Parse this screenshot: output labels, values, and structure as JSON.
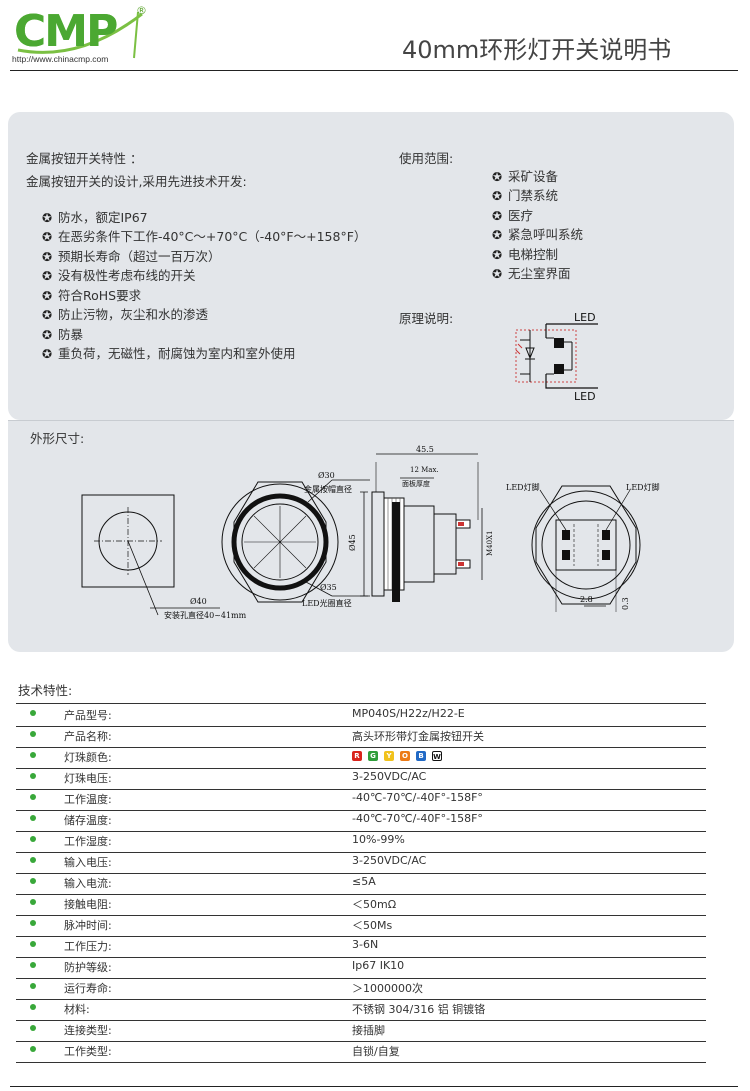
{
  "header": {
    "logo": "CMP",
    "logo_reg": "®",
    "url": "http://www.chinacmp.com",
    "title": "40mm环形灯开关说明书"
  },
  "features": {
    "heading": "金属按钮开关特性 ：",
    "intro": "金属按钮开关的设计,采用先进技术开发:",
    "items": [
      "防水，额定IP67",
      "在恶劣条件下工作-40°C～+70°C（-40°F～+158°F）",
      "预期长寿命（超过一百万次）",
      "没有极性考虑布线的开关",
      "符合RoHS要求",
      "防止污物，灰尘和水的渗透",
      "防暴",
      "重负荷，无磁性，耐腐蚀为室内和室外使用"
    ]
  },
  "usage": {
    "heading": "使用范围:",
    "items": [
      "采矿设备",
      "门禁系统",
      "医疗",
      "紧急呼叫系统",
      "电梯控制",
      "无尘室界面"
    ]
  },
  "principle": {
    "heading": "原理说明:",
    "led_top": "LED",
    "led_bottom": "LED"
  },
  "dimensions": {
    "heading": "外形尺寸:",
    "d40": "Ø40",
    "mount_hole": "安装孔直径40~41mm",
    "d30": "Ø30",
    "cap_dia": "金属按帽直径",
    "d35": "Ø35",
    "ring_dia": "LED光圈直径",
    "len": "45.5",
    "max12": "12 Max.",
    "panel_thk": "面板厚度",
    "d45": "Ø45",
    "thread": "M40X1",
    "led_pin_l": "LED灯脚",
    "led_pin_r": "LED灯脚",
    "dim28": "2.8",
    "dim03": "0.3"
  },
  "specs": {
    "heading": "技术特性:",
    "colors": [
      {
        "letter": "R",
        "hex": "#d9241c"
      },
      {
        "letter": "G",
        "hex": "#2f9e3a"
      },
      {
        "letter": "Y",
        "hex": "#f1c21b"
      },
      {
        "letter": "O",
        "hex": "#ec7a17"
      },
      {
        "letter": "B",
        "hex": "#2169c5"
      },
      {
        "letter": "W",
        "hex": "#ffffff"
      }
    ],
    "rows": [
      {
        "k": "产品型号:",
        "v": "MP040S/H22z/H22-E"
      },
      {
        "k": "产品名称:",
        "v": "高头环形带灯金属按钮开关"
      },
      {
        "k": "灯珠颜色:",
        "v": ""
      },
      {
        "k": "灯珠电压:",
        "v": "3-250VDC/AC"
      },
      {
        "k": "工作温度:",
        "v": "-40℃-70℃/-40F°-158F°"
      },
      {
        "k": "储存温度:",
        "v": "-40℃-70℃/-40F°-158F°"
      },
      {
        "k": "工作湿度:",
        "v": "10%-99%"
      },
      {
        "k": "输入电压:",
        "v": "3-250VDC/AC"
      },
      {
        "k": "输入电流:",
        "v": "≤5A"
      },
      {
        "k": "接触电阻:",
        "v": "＜50mΩ"
      },
      {
        "k": "脉冲时间:",
        "v": "＜50Ms"
      },
      {
        "k": "工作压力:",
        "v": "3-6N"
      },
      {
        "k": "防护等级:",
        "v": "Ip67 IK10"
      },
      {
        "k": "运行寿命:",
        "v": "＞1000000次"
      },
      {
        "k": "材料:",
        "v": "不锈钢 304/316  铝  铜镀铬"
      },
      {
        "k": "连接类型:",
        "v": "接插脚"
      },
      {
        "k": "工作类型:",
        "v": "自锁/自复"
      }
    ]
  }
}
